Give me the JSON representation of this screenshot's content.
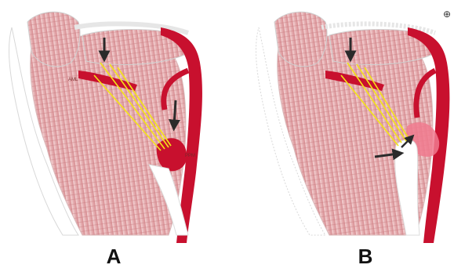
{
  "panels": [
    {
      "letter": "A",
      "labels": {
        "leaflet": "AML",
        "papillary": "PPM"
      }
    },
    {
      "letter": "B"
    }
  ],
  "corner_mark": "⊕",
  "colors": {
    "muscle_fill": "#e3a9ac",
    "muscle_stripe": "#c97c82",
    "artery": "#c8102e",
    "chordae": "#f3e516",
    "arrow": "#2b2b2b",
    "ischemic_zone": "#f07a8e"
  }
}
